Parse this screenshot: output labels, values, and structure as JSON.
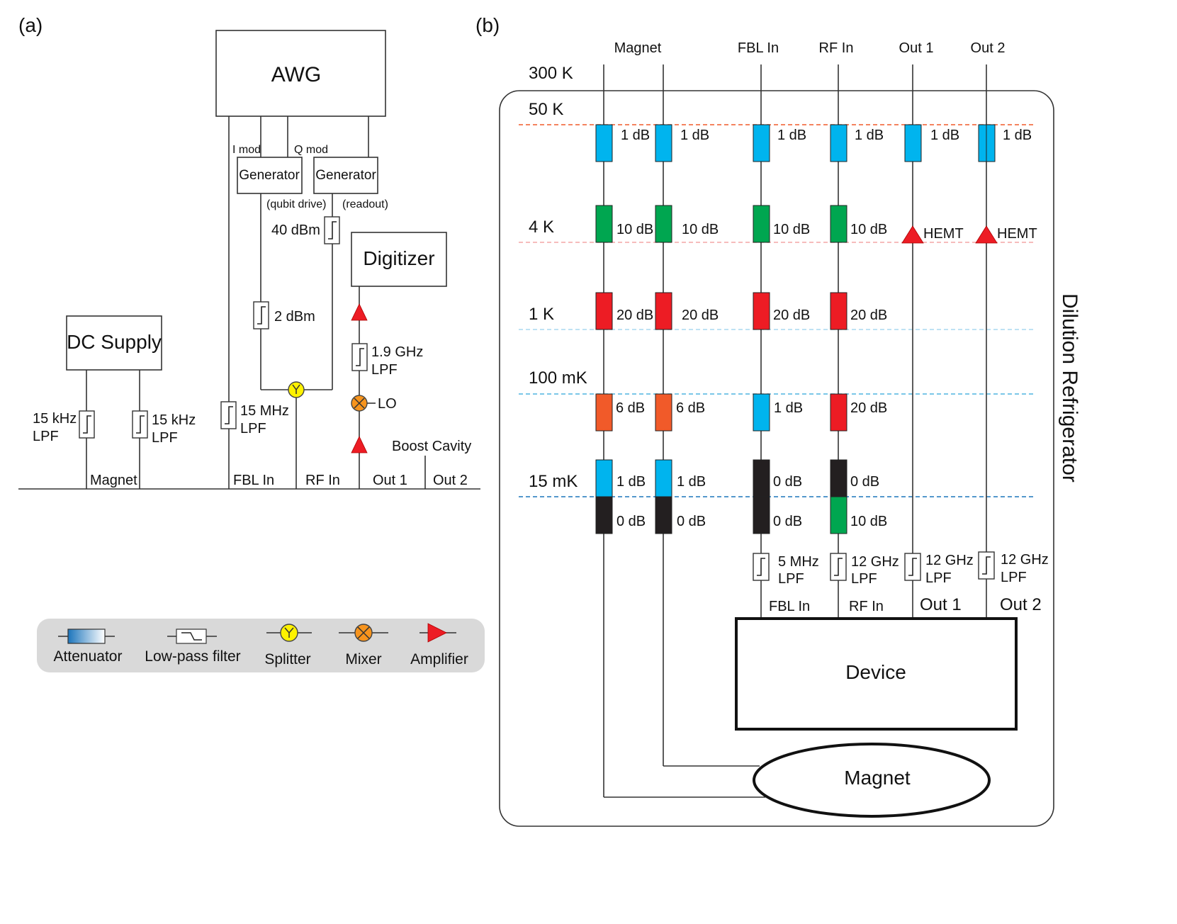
{
  "panel_a": {
    "label": "(a)",
    "awg": "AWG",
    "i_mod": "I mod",
    "q_mod": "Q mod",
    "generator_qubit": "Generator",
    "generator_readout": "Generator",
    "qubit_drive": "(qubit drive)",
    "readout": "(readout)",
    "digitizer": "Digitizer",
    "dc_supply": "DC Supply",
    "att_40": "40 dBm",
    "att_2": "2 dBm",
    "lpf_19_freq": "1.9 GHz",
    "lpf_19_type": "LPF",
    "lo": "LO",
    "boost_cavity": "Boost Cavity",
    "lpf_15k_a_freq": "15 kHz",
    "lpf_15k_a_type": "LPF",
    "lpf_15k_b_freq": "15 kHz",
    "lpf_15k_b_type": "LPF",
    "lpf_15m_freq": "15 MHz",
    "lpf_15m_type": "LPF",
    "bottom_labels": [
      "Magnet",
      "FBL In",
      "RF In",
      "Out 1",
      "Out 2"
    ]
  },
  "legend": {
    "items": [
      "Attenuator",
      "Low-pass filter",
      "Splitter",
      "Mixer",
      "Amplifier"
    ]
  },
  "panel_b": {
    "label": "(b)",
    "column_headers": [
      "Magnet",
      "FBL In",
      "RF In",
      "Out 1",
      "Out 2"
    ],
    "stages": [
      "300 K",
      "50 K",
      "4 K",
      "1 K",
      "100 mK",
      "15 mK"
    ],
    "fridge_label": "Dilution Refrigerator",
    "row_50k": [
      "1 dB",
      "1 dB",
      "1 dB",
      "1 dB",
      "1 dB",
      "1 dB"
    ],
    "row_4k": [
      "10 dB",
      "10 dB",
      "10 dB",
      "10 dB"
    ],
    "hemt": [
      "HEMT",
      "HEMT"
    ],
    "row_1k": [
      "20 dB",
      "20 dB",
      "20 dB",
      "20 dB"
    ],
    "row_100mk": [
      "6 dB",
      "6 dB",
      "1 dB",
      "20 dB"
    ],
    "row_15mk_a": [
      "1 dB",
      "1 dB",
      "0 dB",
      "0 dB"
    ],
    "row_15mk_b": [
      "0 dB",
      "0 dB",
      "0 dB",
      "10 dB"
    ],
    "lpf_freqs": [
      "5 MHz",
      "12 GHz",
      "12 GHz",
      "12 GHz"
    ],
    "lpf_type": "LPF",
    "device_ports": [
      "FBL In",
      "RF In",
      "Out 1",
      "Out 2"
    ],
    "device": "Device",
    "magnet": "Magnet"
  },
  "colors": {
    "att_1db": "#00b4ee",
    "att_10db": "#00a650",
    "att_20db": "#ed1c24",
    "att_6db": "#f15a29",
    "att_0db": "#231f20",
    "amplifier": "#ed1c24",
    "splitter": "#fff200",
    "mixer": "#f7941d",
    "line_50k": "#f15a29",
    "line_4k": "#f4a6a6",
    "line_1k": "#a8d8f0",
    "line_100mk": "#4fb3e0",
    "line_15mk": "#1c75bc",
    "legend_bg": "#d9d9d9"
  }
}
